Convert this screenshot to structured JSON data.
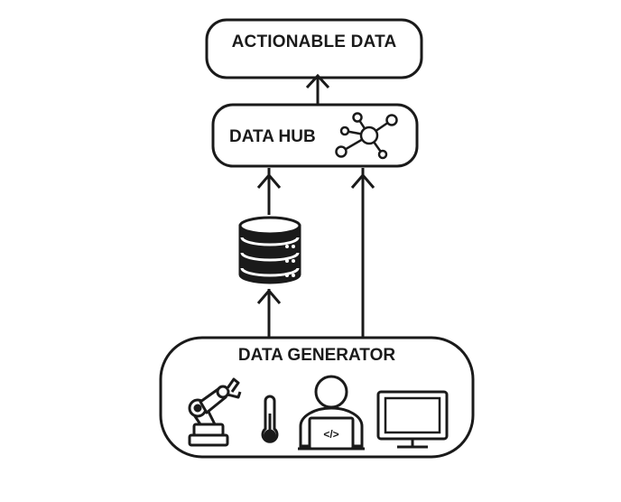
{
  "nodes": {
    "actionable": {
      "label": "ACTIONABLE DATA"
    },
    "hub": {
      "label": "DATA HUB",
      "icon": "network-hub-icon"
    },
    "generator": {
      "label": "DATA GENERATOR",
      "icons": [
        "robot-arm-icon",
        "thermometer-icon",
        "developer-laptop-icon",
        "monitor-icon"
      ],
      "code_glyph": "</>"
    },
    "storage": {
      "icon": "database-icon"
    }
  },
  "edges": [
    {
      "from": "generator",
      "to": "storage"
    },
    {
      "from": "storage",
      "to": "hub"
    },
    {
      "from": "generator",
      "to": "hub"
    },
    {
      "from": "hub",
      "to": "actionable"
    }
  ],
  "colors": {
    "stroke": "#1a1a1a",
    "background": "#ffffff"
  }
}
